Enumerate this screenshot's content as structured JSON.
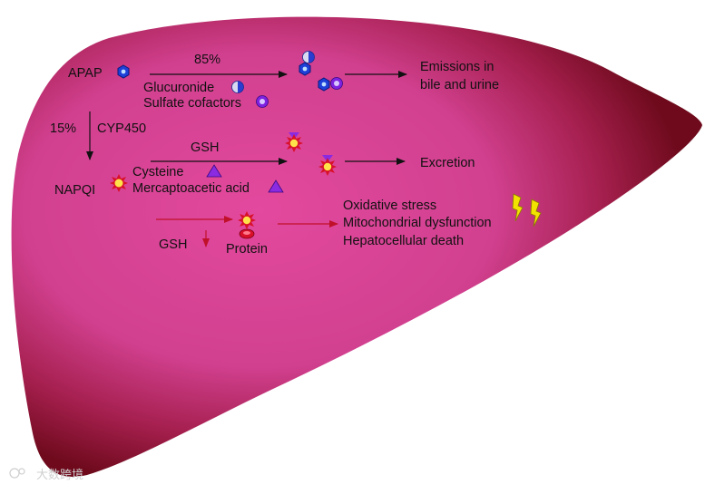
{
  "colors": {
    "liver_center": "#e0489c",
    "liver_edge": "#7a0a1e",
    "arrow": "#111111",
    "arrow_red": "#c0102a",
    "hex_blue": "#1e3fd8",
    "purple": "#8a2be2",
    "starburst": "#d8102a",
    "starburst_core": "#ffe24a",
    "lightning": "#f2e200"
  },
  "labels": {
    "apap": "APAP",
    "pct85": "85%",
    "glucuronide": "Glucuronide",
    "sulfate": "Sulfate cofactors",
    "emissions_1": "Emissions in",
    "emissions_2": "bile and urine",
    "pct15": "15%",
    "cyp450": "CYP450",
    "gsh_top": "GSH",
    "excretion": "Excretion",
    "napqi": "NAPQI",
    "cysteine": "Cysteine",
    "mercapto": "Mercaptoacetic acid",
    "oxidative": "Oxidative stress",
    "mito": "Mitochondrial dysfunction",
    "hepato": "Hepatocellular death",
    "gsh_bottom": "GSH",
    "protein": "Protein"
  },
  "watermark": "大数跨境"
}
